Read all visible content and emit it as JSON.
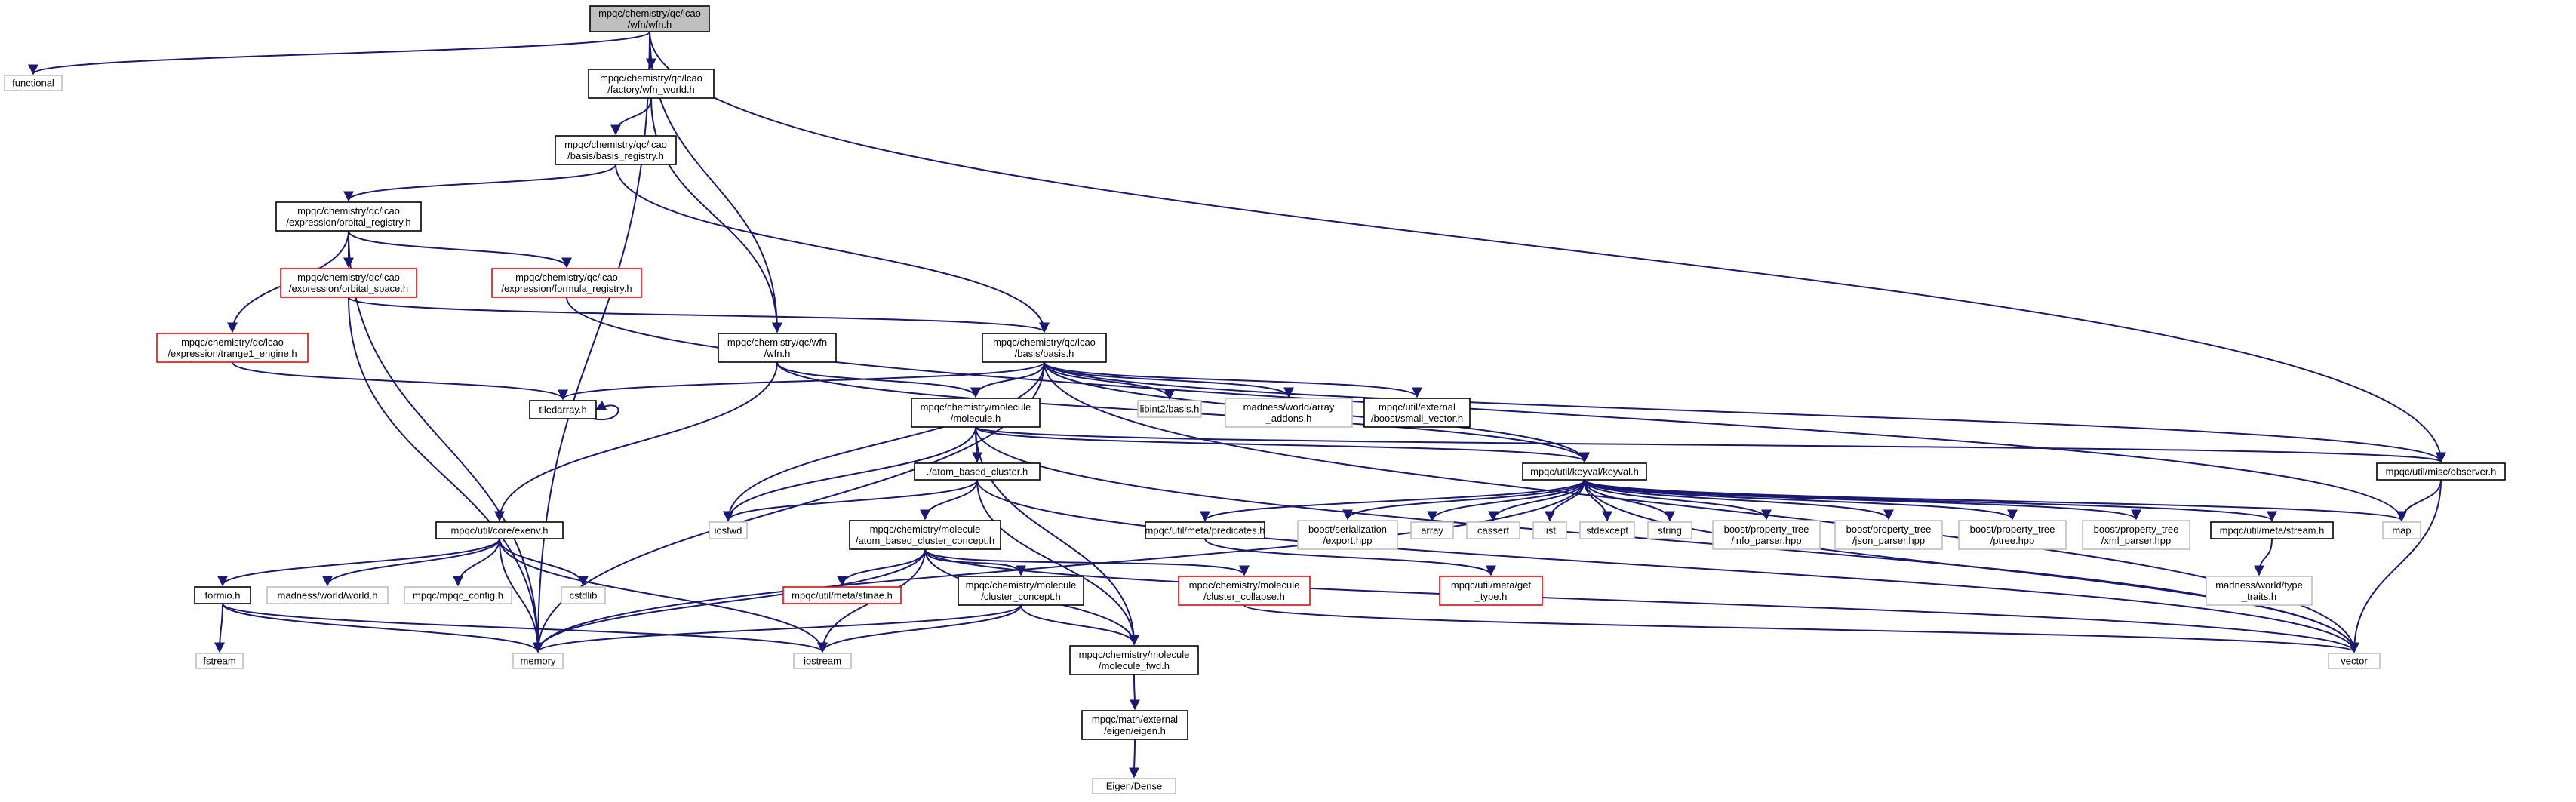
{
  "colors": {
    "edge": "#191970",
    "focus_fill": "#bfbfbf",
    "normal_border": "#000000",
    "truncated_border": "#ff0000",
    "system_border": "#bfbfbf",
    "system_text": "#000000"
  },
  "nodes": [
    {
      "id": "n0",
      "kind": "focus",
      "label": [
        "mpqc/chemistry/qc/lcao",
        "/wfn/wfn.h"
      ]
    },
    {
      "id": "n1",
      "kind": "system",
      "label": [
        "functional"
      ]
    },
    {
      "id": "n2",
      "kind": "normal",
      "label": [
        "mpqc/chemistry/qc/lcao",
        "/factory/wfn_world.h"
      ]
    },
    {
      "id": "n3",
      "kind": "normal",
      "label": [
        "mpqc/chemistry/qc/lcao",
        "/basis/basis_registry.h"
      ]
    },
    {
      "id": "n4",
      "kind": "normal",
      "label": [
        "mpqc/chemistry/qc/lcao",
        "/expression/orbital_registry.h"
      ]
    },
    {
      "id": "n5",
      "kind": "truncated",
      "label": [
        "mpqc/chemistry/qc/lcao",
        "/expression/orbital_space.h"
      ]
    },
    {
      "id": "n6",
      "kind": "truncated",
      "label": [
        "mpqc/chemistry/qc/lcao",
        "/expression/formula_registry.h"
      ]
    },
    {
      "id": "n7",
      "kind": "truncated",
      "label": [
        "mpqc/chemistry/qc/lcao",
        "/expression/trange1_engine.h"
      ]
    },
    {
      "id": "n8",
      "kind": "normal",
      "label": [
        "mpqc/chemistry/qc/wfn",
        "/wfn.h"
      ]
    },
    {
      "id": "n9",
      "kind": "normal",
      "label": [
        "mpqc/chemistry/qc/lcao",
        "/basis/basis.h"
      ]
    },
    {
      "id": "n10",
      "kind": "normal",
      "label": [
        "tiledarray.h"
      ]
    },
    {
      "id": "n11",
      "kind": "normal",
      "label": [
        "mpqc/chemistry/molecule",
        "/molecule.h"
      ]
    },
    {
      "id": "n12",
      "kind": "system",
      "label": [
        "libint2/basis.h"
      ]
    },
    {
      "id": "n13",
      "kind": "system",
      "label": [
        "madness/world/array",
        "_addons.h"
      ]
    },
    {
      "id": "n14",
      "kind": "normal",
      "label": [
        "mpqc/util/external",
        "/boost/small_vector.h"
      ]
    },
    {
      "id": "n15",
      "kind": "normal",
      "label": [
        "./atom_based_cluster.h"
      ]
    },
    {
      "id": "n16",
      "kind": "normal",
      "label": [
        "mpqc/util/keyval/keyval.h"
      ]
    },
    {
      "id": "n17",
      "kind": "normal",
      "label": [
        "mpqc/util/misc/observer.h"
      ]
    },
    {
      "id": "n18",
      "kind": "system",
      "label": [
        "iosfwd"
      ]
    },
    {
      "id": "n19",
      "kind": "normal",
      "label": [
        "mpqc/util/core/exenv.h"
      ]
    },
    {
      "id": "n20",
      "kind": "normal",
      "label": [
        "mpqc/chemistry/molecule",
        "/atom_based_cluster_concept.h"
      ]
    },
    {
      "id": "n21",
      "kind": "normal",
      "label": [
        "mpqc/util/meta/predicates.h"
      ]
    },
    {
      "id": "n22",
      "kind": "system",
      "label": [
        "boost/serialization",
        "/export.hpp"
      ]
    },
    {
      "id": "n23",
      "kind": "system",
      "label": [
        "array"
      ]
    },
    {
      "id": "n24",
      "kind": "system",
      "label": [
        "cassert"
      ]
    },
    {
      "id": "n25",
      "kind": "system",
      "label": [
        "list"
      ]
    },
    {
      "id": "n26",
      "kind": "system",
      "label": [
        "stdexcept"
      ]
    },
    {
      "id": "n27",
      "kind": "system",
      "label": [
        "string"
      ]
    },
    {
      "id": "n28",
      "kind": "system",
      "label": [
        "boost/property_tree",
        "/info_parser.hpp"
      ]
    },
    {
      "id": "n29",
      "kind": "system",
      "label": [
        "boost/property_tree",
        "/json_parser.hpp"
      ]
    },
    {
      "id": "n30",
      "kind": "system",
      "label": [
        "boost/property_tree",
        "/ptree.hpp"
      ]
    },
    {
      "id": "n31",
      "kind": "system",
      "label": [
        "boost/property_tree",
        "/xml_parser.hpp"
      ]
    },
    {
      "id": "n32",
      "kind": "normal",
      "label": [
        "mpqc/util/meta/stream.h"
      ]
    },
    {
      "id": "n33",
      "kind": "system",
      "label": [
        "map"
      ]
    },
    {
      "id": "n34",
      "kind": "normal",
      "label": [
        "formio.h"
      ]
    },
    {
      "id": "n35",
      "kind": "system",
      "label": [
        "madness/world/world.h"
      ]
    },
    {
      "id": "n36",
      "kind": "system",
      "label": [
        "mpqc/mpqc_config.h"
      ]
    },
    {
      "id": "n37",
      "kind": "system",
      "label": [
        "cstdlib"
      ]
    },
    {
      "id": "n38",
      "kind": "truncated",
      "label": [
        "mpqc/util/meta/sfinae.h"
      ]
    },
    {
      "id": "n39",
      "kind": "normal",
      "label": [
        "mpqc/chemistry/molecule",
        "/cluster_concept.h"
      ]
    },
    {
      "id": "n40",
      "kind": "truncated",
      "label": [
        "mpqc/chemistry/molecule",
        "/cluster_collapse.h"
      ]
    },
    {
      "id": "n41",
      "kind": "truncated",
      "label": [
        "mpqc/util/meta/get",
        "_type.h"
      ]
    },
    {
      "id": "n42",
      "kind": "system",
      "label": [
        "madness/world/type",
        "_traits.h"
      ]
    },
    {
      "id": "n43",
      "kind": "system",
      "label": [
        "fstream"
      ]
    },
    {
      "id": "n44",
      "kind": "system",
      "label": [
        "memory"
      ]
    },
    {
      "id": "n45",
      "kind": "system",
      "label": [
        "iostream"
      ]
    },
    {
      "id": "n46",
      "kind": "normal",
      "label": [
        "mpqc/chemistry/molecule",
        "/molecule_fwd.h"
      ]
    },
    {
      "id": "n47",
      "kind": "system",
      "label": [
        "vector"
      ]
    },
    {
      "id": "n48",
      "kind": "normal",
      "label": [
        "mpqc/math/external",
        "/eigen/eigen.h"
      ]
    },
    {
      "id": "n49",
      "kind": "system",
      "label": [
        "Eigen/Dense"
      ]
    }
  ],
  "edges": [
    [
      "n0",
      "n1"
    ],
    [
      "n0",
      "n2"
    ],
    [
      "n0",
      "n8"
    ],
    [
      "n0",
      "n17"
    ],
    [
      "n0",
      "n44"
    ],
    [
      "n2",
      "n3"
    ],
    [
      "n2",
      "n8"
    ],
    [
      "n3",
      "n4"
    ],
    [
      "n3",
      "n9"
    ],
    [
      "n4",
      "n5"
    ],
    [
      "n4",
      "n6"
    ],
    [
      "n4",
      "n7"
    ],
    [
      "n4",
      "n44"
    ],
    [
      "n5",
      "n9"
    ],
    [
      "n5",
      "n44"
    ],
    [
      "n6",
      "n33"
    ],
    [
      "n7",
      "n10"
    ],
    [
      "n8",
      "n11"
    ],
    [
      "n8",
      "n16"
    ],
    [
      "n8",
      "n19"
    ],
    [
      "n9",
      "n10"
    ],
    [
      "n9",
      "n11"
    ],
    [
      "n9",
      "n12"
    ],
    [
      "n9",
      "n13"
    ],
    [
      "n9",
      "n14"
    ],
    [
      "n9",
      "n16"
    ],
    [
      "n9",
      "n17"
    ],
    [
      "n9",
      "n18"
    ],
    [
      "n9",
      "n44"
    ],
    [
      "n9",
      "n47"
    ],
    [
      "n10",
      "n10"
    ],
    [
      "n11",
      "n15"
    ],
    [
      "n11",
      "n16"
    ],
    [
      "n11",
      "n17"
    ],
    [
      "n11",
      "n18"
    ],
    [
      "n11",
      "n46"
    ],
    [
      "n11",
      "n47"
    ],
    [
      "n15",
      "n18"
    ],
    [
      "n15",
      "n20"
    ],
    [
      "n15",
      "n46"
    ],
    [
      "n15",
      "n47"
    ],
    [
      "n16",
      "n21"
    ],
    [
      "n16",
      "n22"
    ],
    [
      "n16",
      "n23"
    ],
    [
      "n16",
      "n24"
    ],
    [
      "n16",
      "n25"
    ],
    [
      "n16",
      "n26"
    ],
    [
      "n16",
      "n27"
    ],
    [
      "n16",
      "n28"
    ],
    [
      "n16",
      "n29"
    ],
    [
      "n16",
      "n30"
    ],
    [
      "n16",
      "n31"
    ],
    [
      "n16",
      "n32"
    ],
    [
      "n16",
      "n33"
    ],
    [
      "n16",
      "n44"
    ],
    [
      "n16",
      "n47"
    ],
    [
      "n17",
      "n33"
    ],
    [
      "n17",
      "n47"
    ],
    [
      "n19",
      "n34"
    ],
    [
      "n19",
      "n35"
    ],
    [
      "n19",
      "n36"
    ],
    [
      "n19",
      "n37"
    ],
    [
      "n19",
      "n44"
    ],
    [
      "n19",
      "n45"
    ],
    [
      "n20",
      "n38"
    ],
    [
      "n20",
      "n39"
    ],
    [
      "n20",
      "n40"
    ],
    [
      "n20",
      "n44"
    ],
    [
      "n20",
      "n45"
    ],
    [
      "n20",
      "n46"
    ],
    [
      "n20",
      "n47"
    ],
    [
      "n21",
      "n41"
    ],
    [
      "n32",
      "n42"
    ],
    [
      "n34",
      "n43"
    ],
    [
      "n34",
      "n44"
    ],
    [
      "n34",
      "n45"
    ],
    [
      "n39",
      "n44"
    ],
    [
      "n39",
      "n45"
    ],
    [
      "n39",
      "n46"
    ],
    [
      "n40",
      "n47"
    ],
    [
      "n46",
      "n48"
    ],
    [
      "n48",
      "n49"
    ]
  ]
}
